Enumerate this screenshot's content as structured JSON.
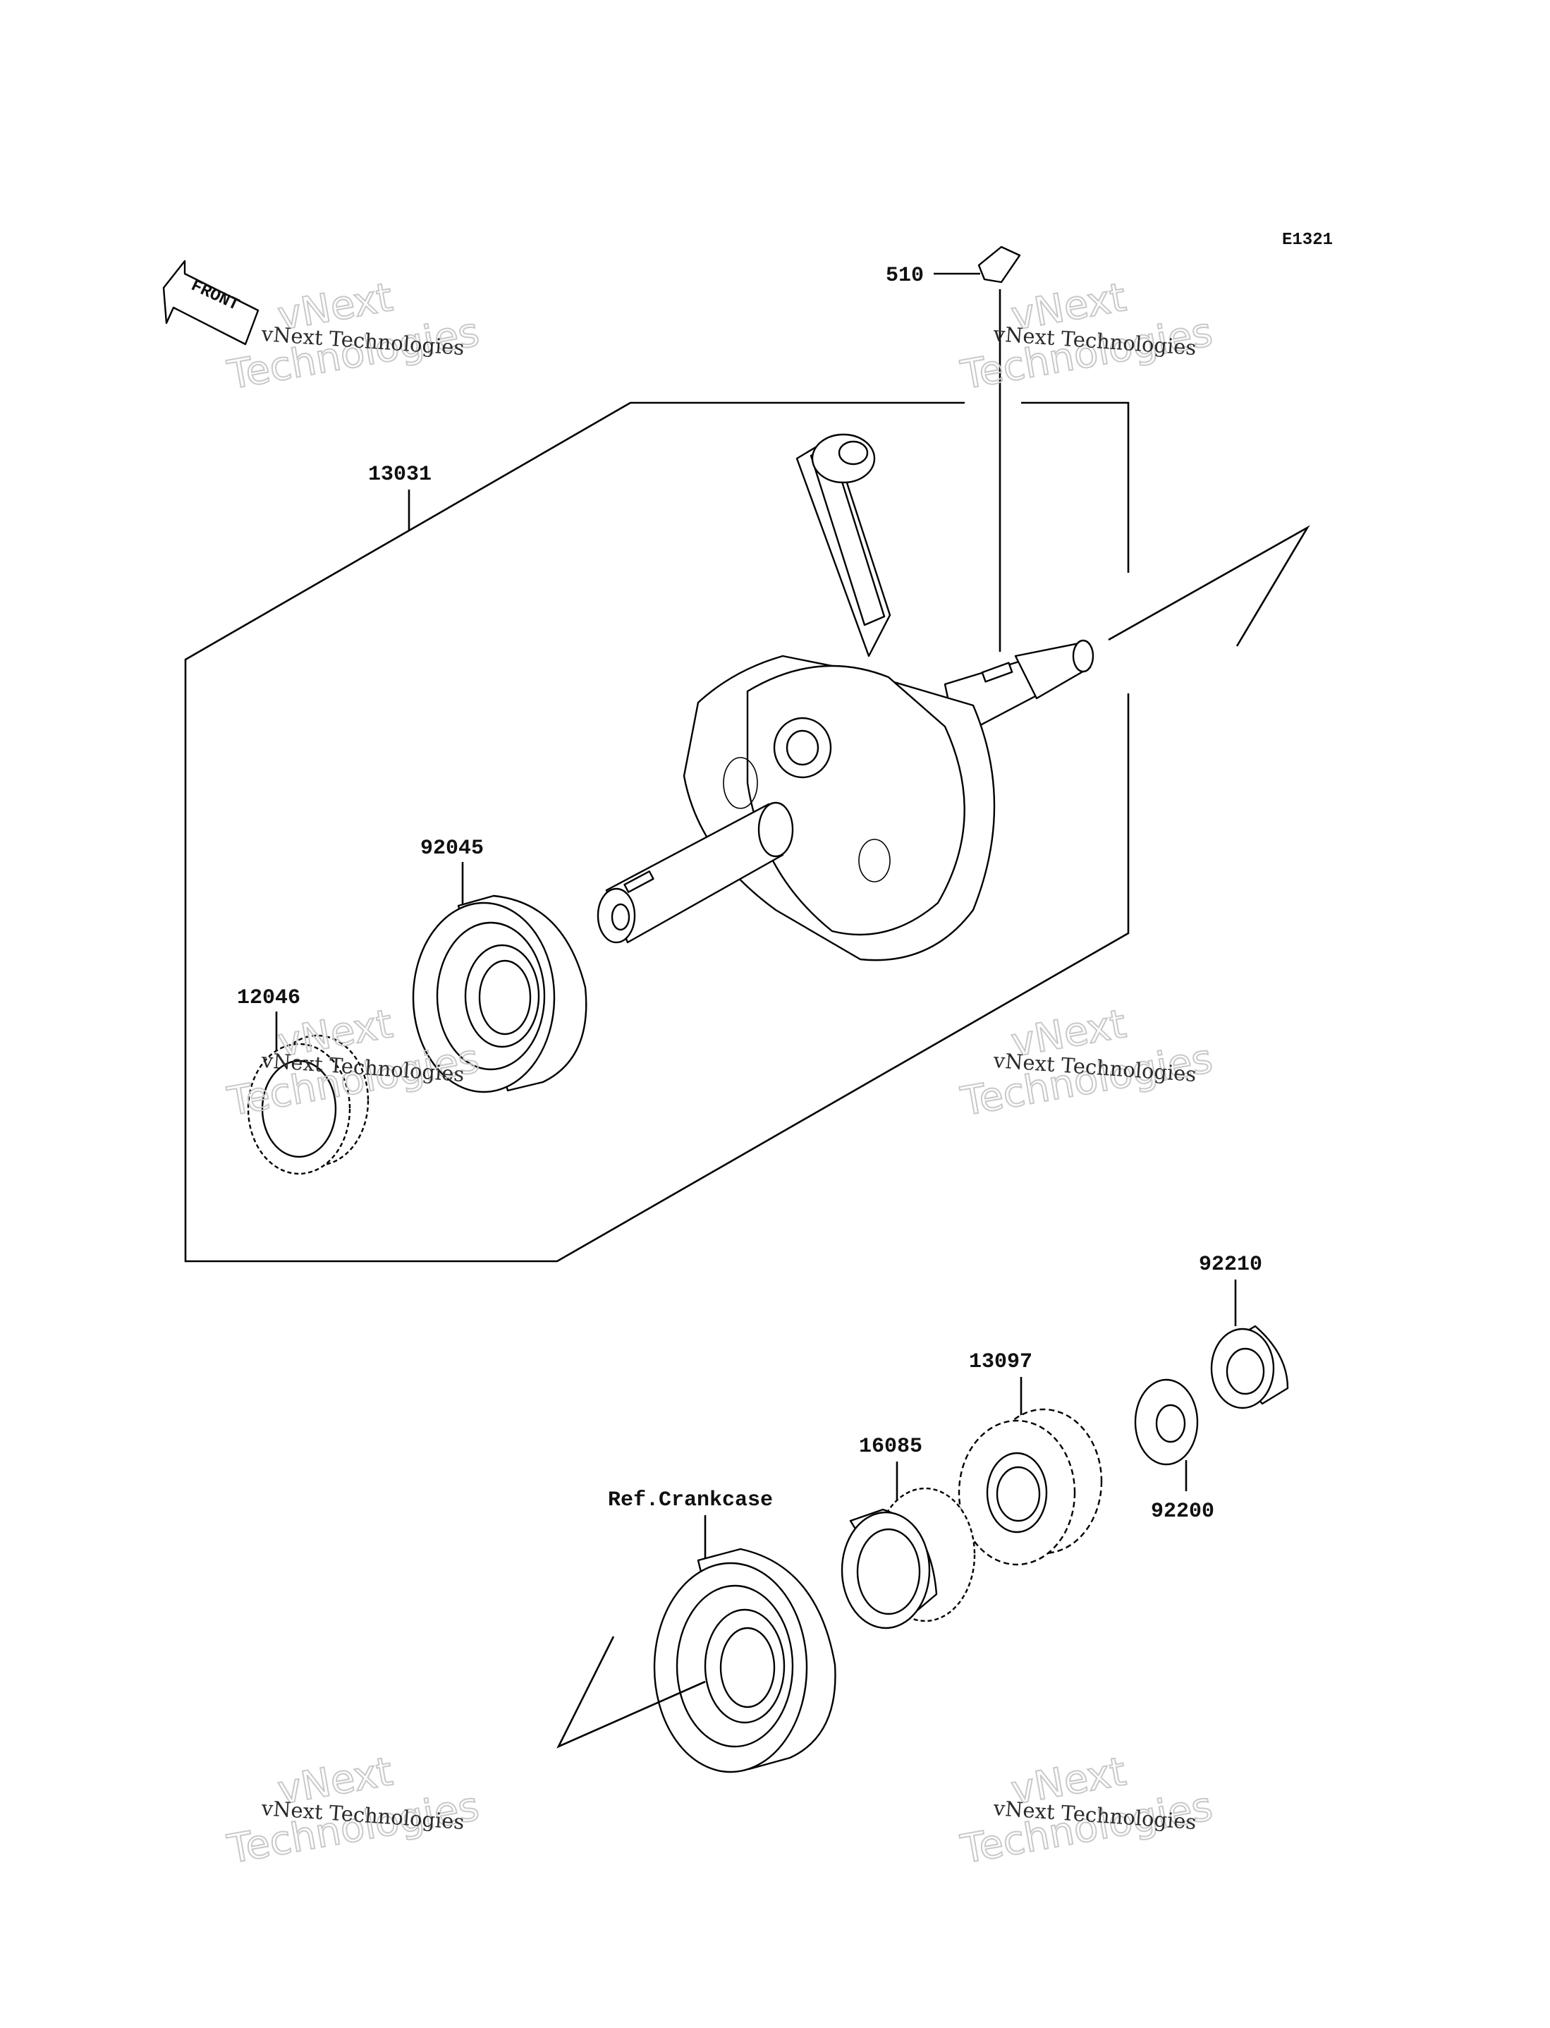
{
  "diagram": {
    "code": "E1321",
    "front_label": "FRONT",
    "parts": {
      "p510": "510",
      "p13031": "13031",
      "p92045": "92045",
      "p12046": "12046",
      "p92210": "92210",
      "p13097": "13097",
      "p16085": "16085",
      "p92200": "92200",
      "ref_crankcase": "Ref.Crankcase"
    },
    "watermark": {
      "small": "vNext Technologies",
      "big_line1": "vNext",
      "big_line2": "Technologies"
    }
  }
}
